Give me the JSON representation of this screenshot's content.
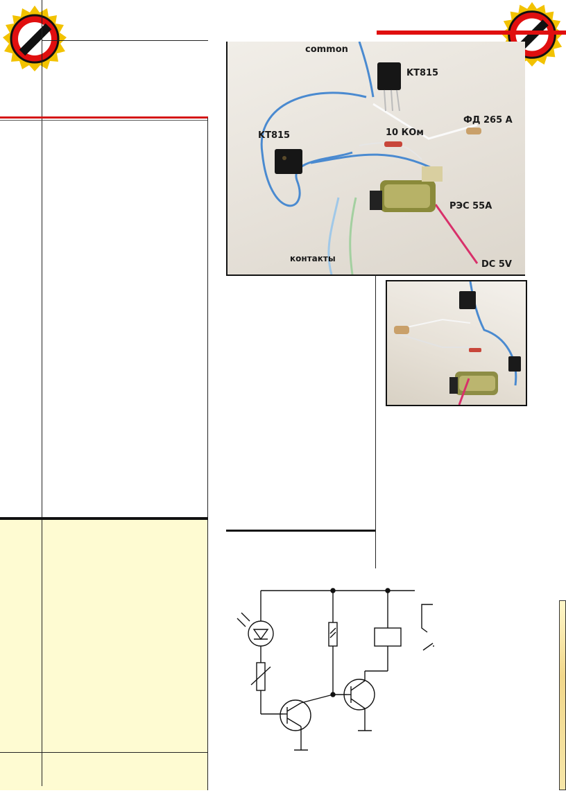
{
  "photo_main": {
    "labels": {
      "common": "common",
      "kt815_top": "KT815",
      "kt815_left": "KT815",
      "photodiode": "ФД 265 А",
      "resistor": "10 КОм",
      "relay": "РЭС 55А",
      "contacts": "контакты",
      "power": "DC 5V"
    }
  },
  "colors": {
    "accent_red": "#e00f0f",
    "badge_yellow": "#f2c200",
    "sidebar_yellow": "#fefbd2"
  }
}
